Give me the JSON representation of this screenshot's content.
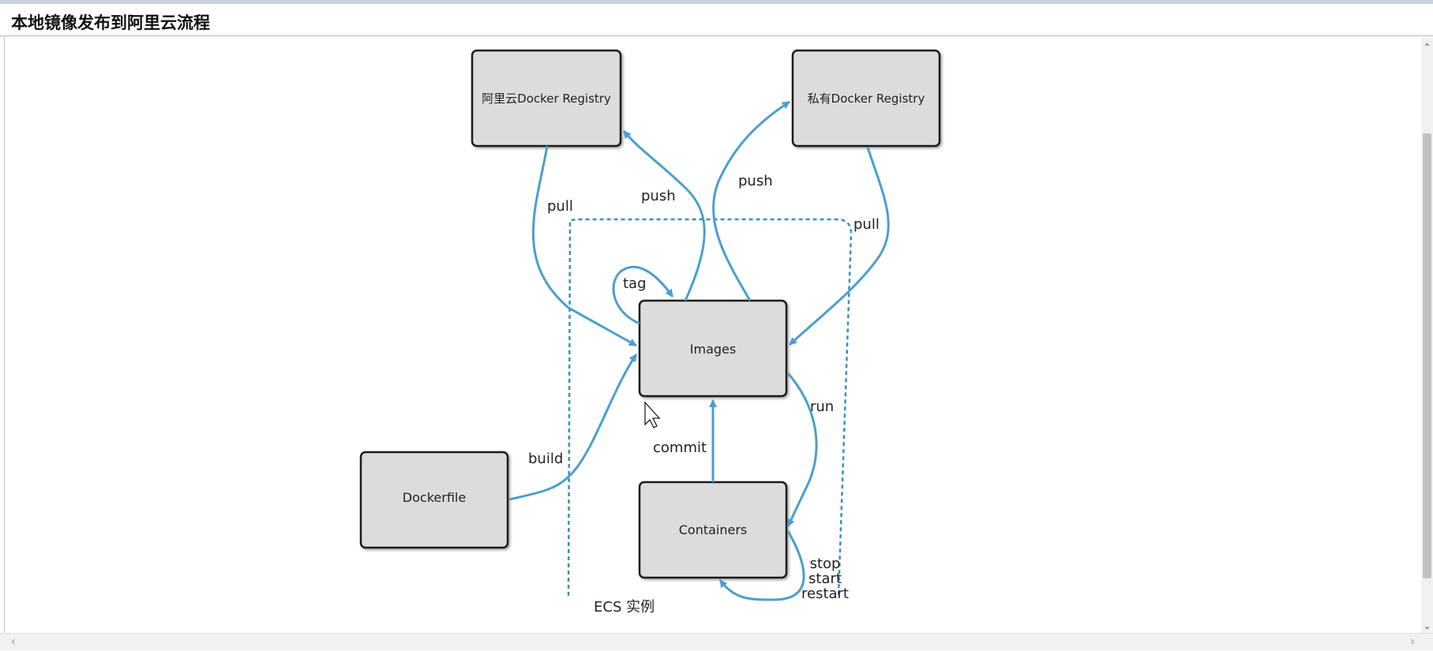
{
  "window": {
    "title": "本地镜像发布到阿里云流程"
  },
  "diagram": {
    "nodes": {
      "aliyun_registry": "阿里云Docker Registry",
      "private_registry": "私有Docker Registry",
      "images": "Images",
      "containers": "Containers",
      "dockerfile": "Dockerfile"
    },
    "edges": {
      "pull_aliyun": "pull",
      "push_aliyun": "push",
      "push_private": "push",
      "pull_private": "pull",
      "tag": "tag",
      "run": "run",
      "commit": "commit",
      "build": "build",
      "stop": "stop",
      "start": "start",
      "restart": "restart"
    },
    "group_label": "ECS 实例"
  },
  "colors": {
    "arrow": "#4a9fd0",
    "node_fill": "#dcdcdc",
    "node_border": "#1a1a1a",
    "group_border": "#3b8fbf"
  },
  "scrollbars": {
    "vertical_up_icon": "triangle-up",
    "vertical_down_icon": "triangle-down",
    "horizontal_left_icon": "chevron-left",
    "horizontal_right_icon": "chevron-right"
  }
}
